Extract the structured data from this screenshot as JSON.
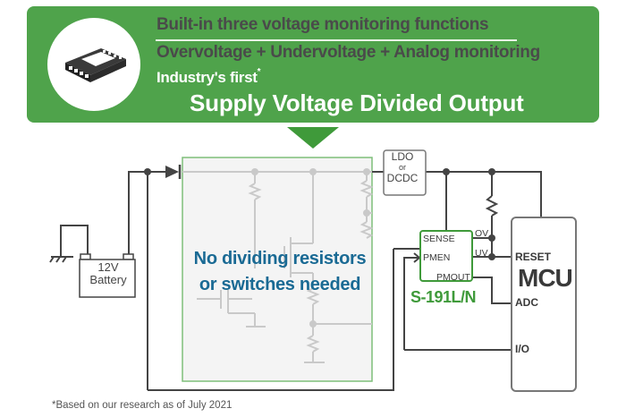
{
  "banner": {
    "line1": "Built-in three voltage monitoring functions",
    "line2": "Overvoltage + Undervoltage + Analog monitoring",
    "line3": "Industry's first",
    "line3_mark": "*",
    "headline": "Supply Voltage Divided Output",
    "colors": {
      "background": "#4fa34b",
      "dark_text": "#4a4a4a",
      "light_text": "#ffffff"
    }
  },
  "circuit": {
    "battery": {
      "line1": "12V",
      "line2": "Battery"
    },
    "regulator": {
      "line1": "LDO",
      "line2": "or",
      "line3": "DCDC"
    },
    "conventional_box": {
      "message_line1": "No dividing resistors",
      "message_line2": "or switches needed",
      "message_color": "#1a6a94"
    },
    "ic": {
      "name": "S-191L/N",
      "pins_left": [
        "SENSE",
        "PMEN"
      ],
      "pin_bottom": "PMOUT",
      "pins_right": [
        "OV",
        "UV"
      ],
      "color": "#3f9a3a"
    },
    "mcu": {
      "name": "MCU",
      "pins": [
        "RESET",
        "ADC",
        "I/O"
      ]
    }
  },
  "footnote": "*Based on our research as of July 2021"
}
